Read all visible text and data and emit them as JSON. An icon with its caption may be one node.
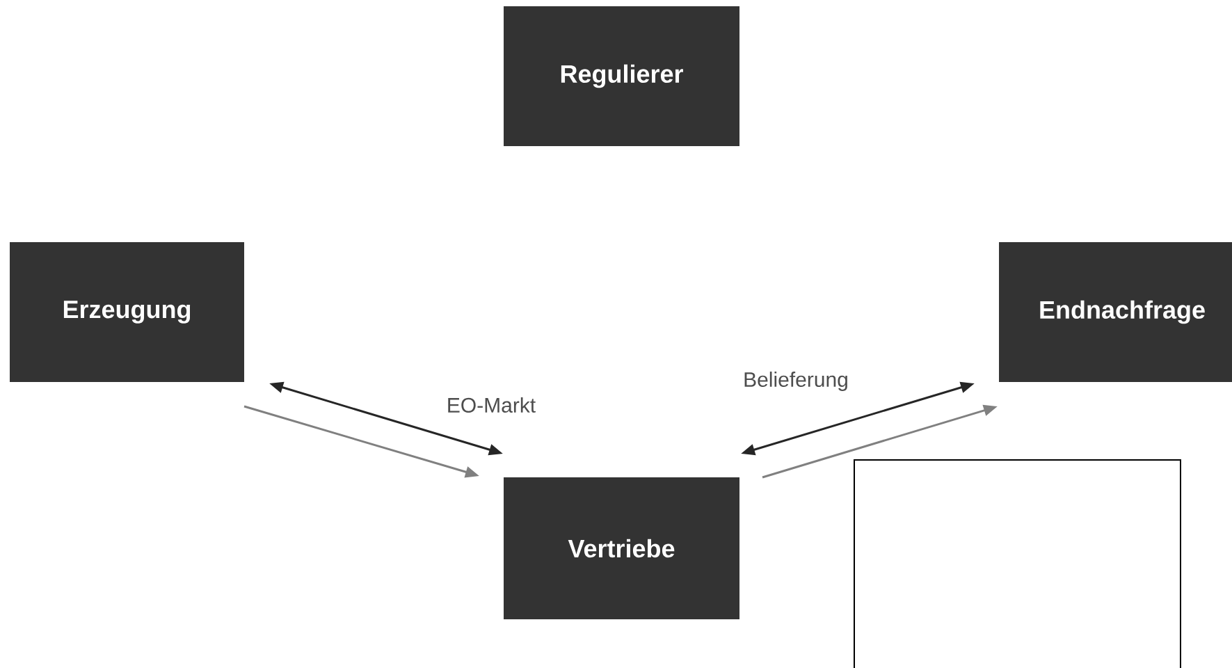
{
  "diagram": {
    "nodes": [
      {
        "text": [
          "Regulierer"
        ]
      },
      {
        "text": [
          "Erzeugung"
        ]
      },
      {
        "text": [
          "Endnachfrage"
        ]
      },
      {
        "text": [
          "Vertriebe"
        ]
      },
      {
        "text": [],
        "shape": "box"
      }
    ],
    "edges": [
      {
        "from": 1,
        "to": 3,
        "arrow": "both",
        "label": "EO-Markt"
      },
      {
        "from": 1,
        "to": 3,
        "arrow": "to",
        "color": "#808080"
      },
      {
        "from": 3,
        "to": 2,
        "arrow": "both",
        "label": "Belieferung"
      },
      {
        "from": 3,
        "to": 2,
        "arrow": "to",
        "color": "#808080"
      }
    ]
  }
}
